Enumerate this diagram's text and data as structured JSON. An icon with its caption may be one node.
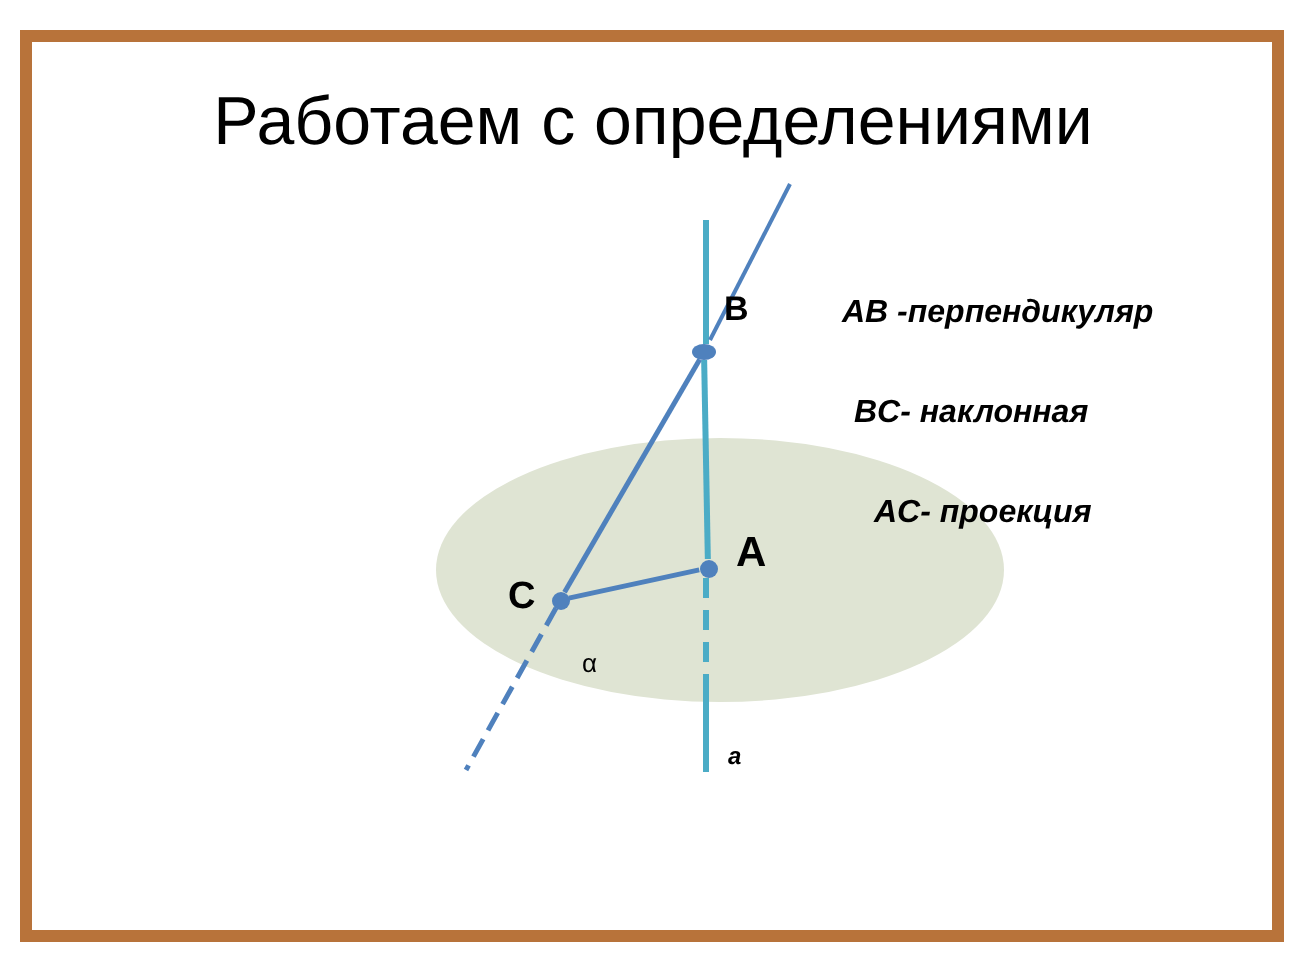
{
  "diagram": {
    "title": "Работаем с определениями",
    "nodes": [
      {
        "text": [],
        "shape": "circle",
        "beside": [
          "B"
        ]
      },
      {
        "text": [],
        "shape": "circle",
        "beside": [
          "A"
        ]
      },
      {
        "text": [],
        "shape": "circle",
        "beside": [
          "C"
        ]
      }
    ],
    "edges": [
      {
        "from": 0,
        "to": 1,
        "arrow": "none",
        "color": "#4bacc6"
      },
      {
        "from": 0,
        "to": 2,
        "arrow": "none"
      },
      {
        "from": 2,
        "to": 1,
        "arrow": "none"
      }
    ],
    "labels": [
      "AB -перпендикуляр",
      "BC- наклонная",
      "AC- проекция",
      "α",
      "a"
    ]
  }
}
